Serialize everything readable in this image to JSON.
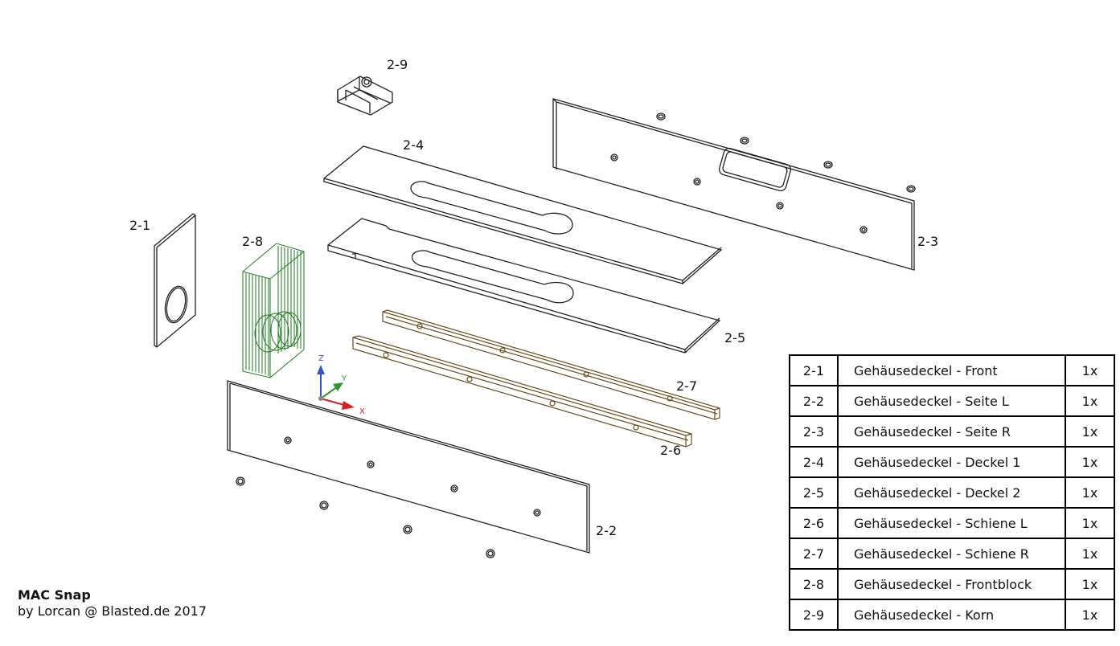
{
  "callouts": {
    "p21": "2-1",
    "p22": "2-2",
    "p23": "2-3",
    "p24": "2-4",
    "p25": "2-5",
    "p26": "2-6",
    "p27": "2-7",
    "p28": "2-8",
    "p29": "2-9"
  },
  "axes": {
    "x": "X",
    "y": "Y",
    "z": "Z"
  },
  "parts": [
    {
      "id": "2-1",
      "name": "Gehäusedeckel - Front",
      "qty": "1x"
    },
    {
      "id": "2-2",
      "name": "Gehäusedeckel - Seite L",
      "qty": "1x"
    },
    {
      "id": "2-3",
      "name": "Gehäusedeckel - Seite R",
      "qty": "1x"
    },
    {
      "id": "2-4",
      "name": "Gehäusedeckel - Deckel 1",
      "qty": "1x"
    },
    {
      "id": "2-5",
      "name": "Gehäusedeckel - Deckel 2",
      "qty": "1x"
    },
    {
      "id": "2-6",
      "name": "Gehäusedeckel - Schiene L",
      "qty": "1x"
    },
    {
      "id": "2-7",
      "name": "Gehäusedeckel - Schiene R",
      "qty": "1x"
    },
    {
      "id": "2-8",
      "name": "Gehäusedeckel - Frontblock",
      "qty": "1x"
    },
    {
      "id": "2-9",
      "name": "Gehäusedeckel - Korn",
      "qty": "1x"
    }
  ],
  "title_block": {
    "title": "MAC Snap",
    "credit": "by Lorcan @ Blasted.de 2017"
  },
  "colors": {
    "line": "#222222",
    "frontblock": "#1f7a1f",
    "rail": "#6b4a1c",
    "axis_x": "#d82020",
    "axis_y": "#2e9a2e",
    "axis_z": "#3355cc"
  }
}
